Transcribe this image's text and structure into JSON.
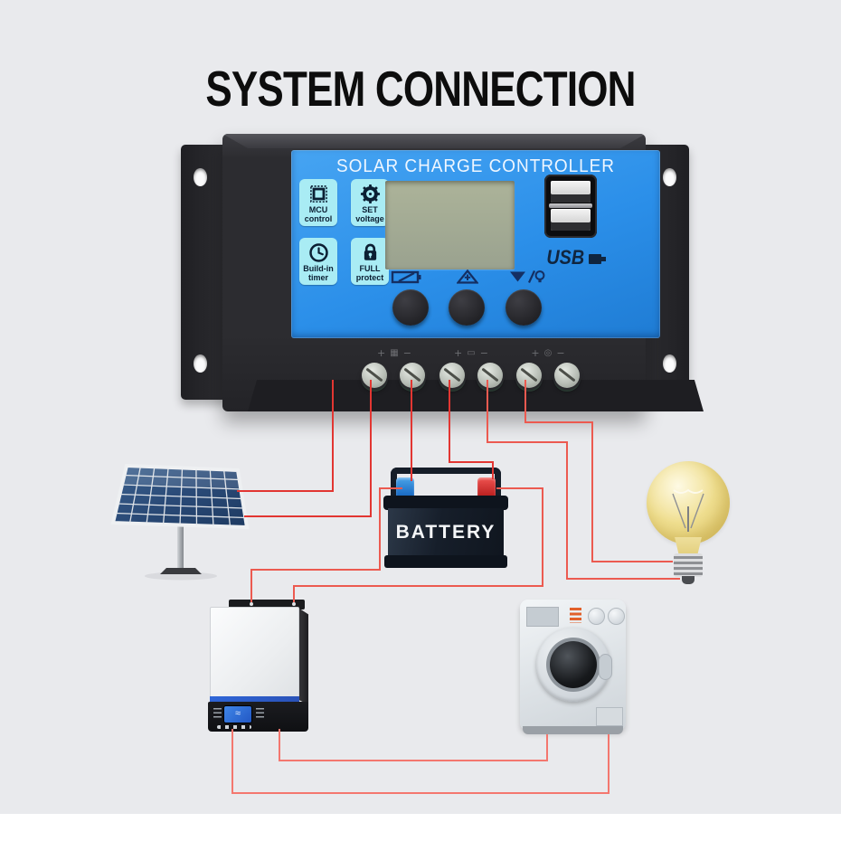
{
  "page": {
    "title": "SYSTEM CONNECTION"
  },
  "controller": {
    "heading": "SOLAR CHARGE CONTROLLER",
    "features": [
      {
        "icon": "chip-icon",
        "line1": "MCU",
        "line2": "control"
      },
      {
        "icon": "gear-icon",
        "line1": "SET",
        "line2": "voltage"
      },
      {
        "icon": "clock-icon",
        "line1": "Build-in",
        "line2": "timer"
      },
      {
        "icon": "lock-icon",
        "line1": "FULL",
        "line2": "protect"
      }
    ],
    "usb_label": "USB",
    "button_icons": [
      "battery-select-icon",
      "up-plus-icon",
      "down-lamp-icon"
    ],
    "terminals": [
      {
        "plus": "+",
        "glyph": "▦",
        "minus": "−"
      },
      {
        "plus": "+",
        "glyph": "▭",
        "minus": "−"
      },
      {
        "plus": "+",
        "glyph": "◎",
        "minus": "−"
      }
    ]
  },
  "devices": {
    "battery": {
      "label": "BATTERY"
    },
    "inverter": {
      "lcd_glyph": "≈"
    }
  },
  "colors": {
    "background": "#e9eaed",
    "wire_red": "#e23632",
    "wire_red_light": "#f4776f",
    "controller_blue": "#2b8fe9",
    "badge_cyan": "#a9ecf4",
    "bulb_yellow": "#f0df90"
  }
}
